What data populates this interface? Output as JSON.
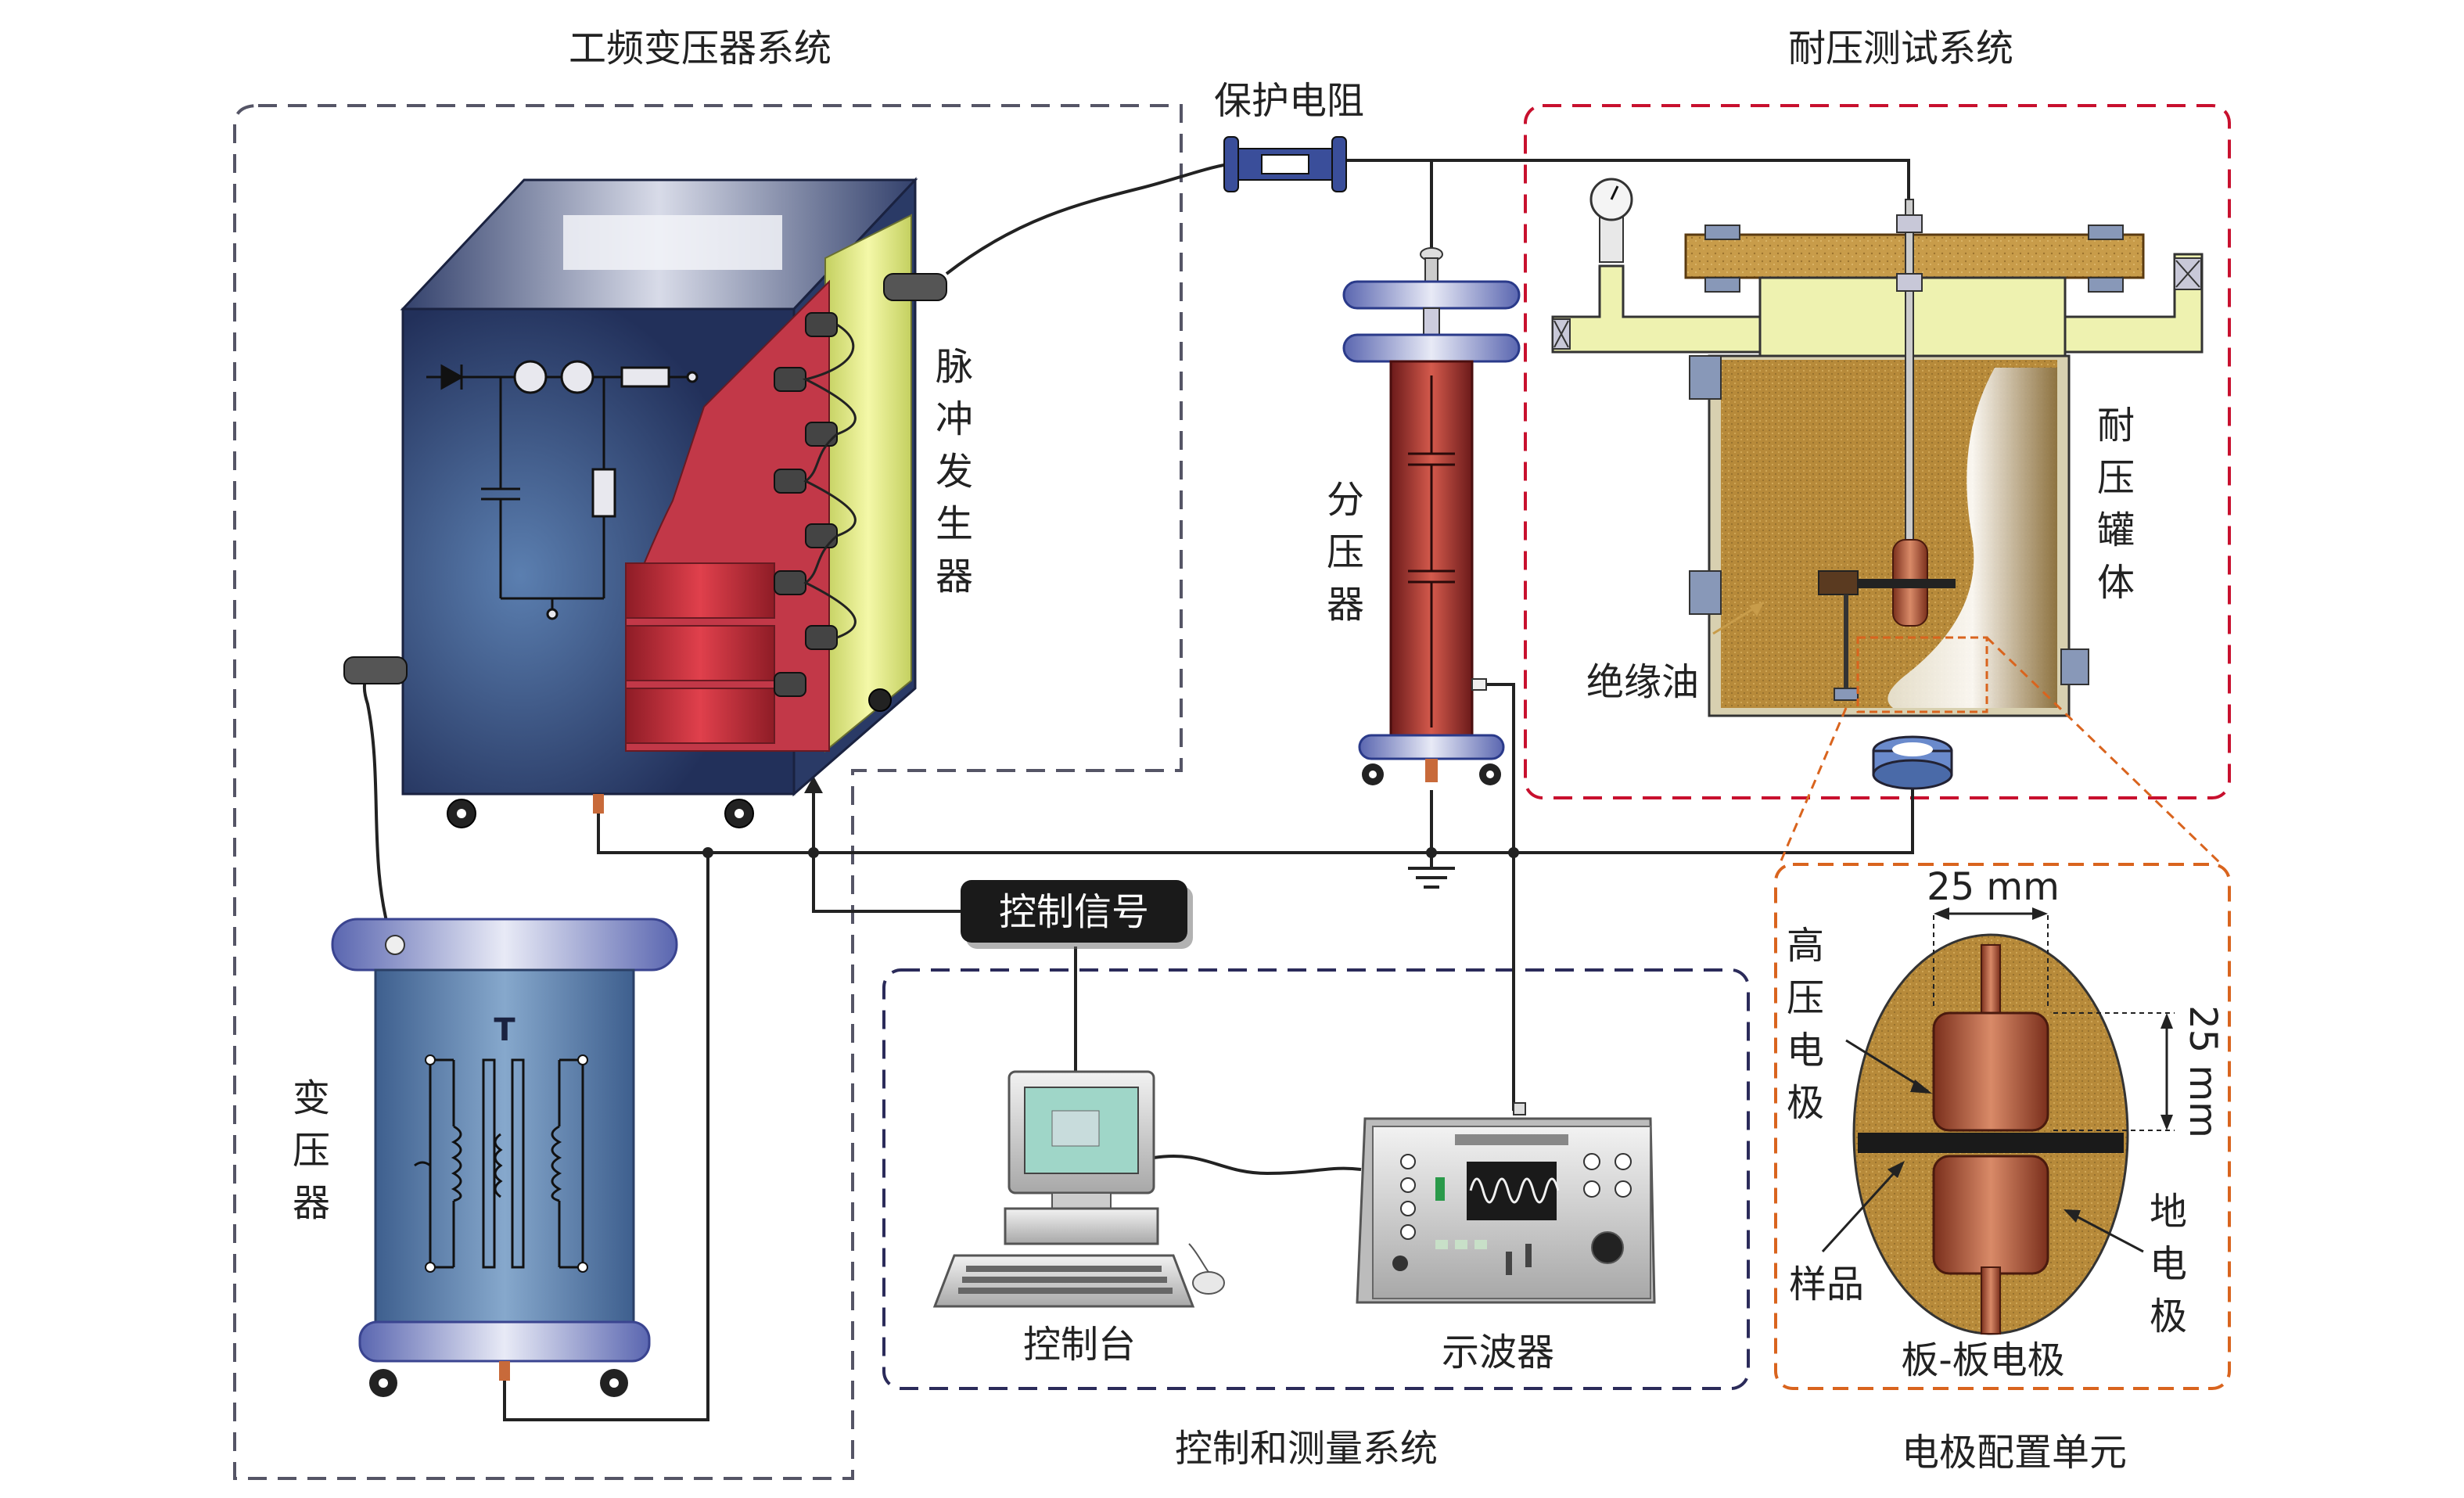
{
  "labels": {
    "pf_system": "工频变压器系统",
    "wt_system": "耐压测试系统",
    "protect_resistor": "保护电阻",
    "pulse_gen": [
      "脉",
      "冲",
      "发",
      "生",
      "器"
    ],
    "divider": [
      "分",
      "压",
      "器"
    ],
    "tank": [
      "耐",
      "压",
      "罐",
      "体"
    ],
    "oil": "绝缘油",
    "transformer": [
      "变",
      "压",
      "器"
    ],
    "transformer_symbol": "T",
    "control_signal": "控制信号",
    "console": "控制台",
    "oscilloscope": "示波器",
    "ctrl_meas_system": "控制和测量系统",
    "electrode_unit": "电极配置单元",
    "dim_h": "25 mm",
    "dim_v": "25 mm",
    "hv_electrode": [
      "高",
      "压",
      "电",
      "极"
    ],
    "sample": "样品",
    "ground_electrode": [
      "地",
      "电",
      "极"
    ],
    "plate_electrode": "板-板电极"
  },
  "colors": {
    "pf_box": "#555566",
    "wt_box": "#c8102e",
    "cm_box": "#2b2b5a",
    "el_box": "#d9641e",
    "cabinet": "#3a4e7a",
    "capacitor": "#c8323c",
    "tank_fill": "#b78a3a",
    "copper": "#b5563a"
  }
}
